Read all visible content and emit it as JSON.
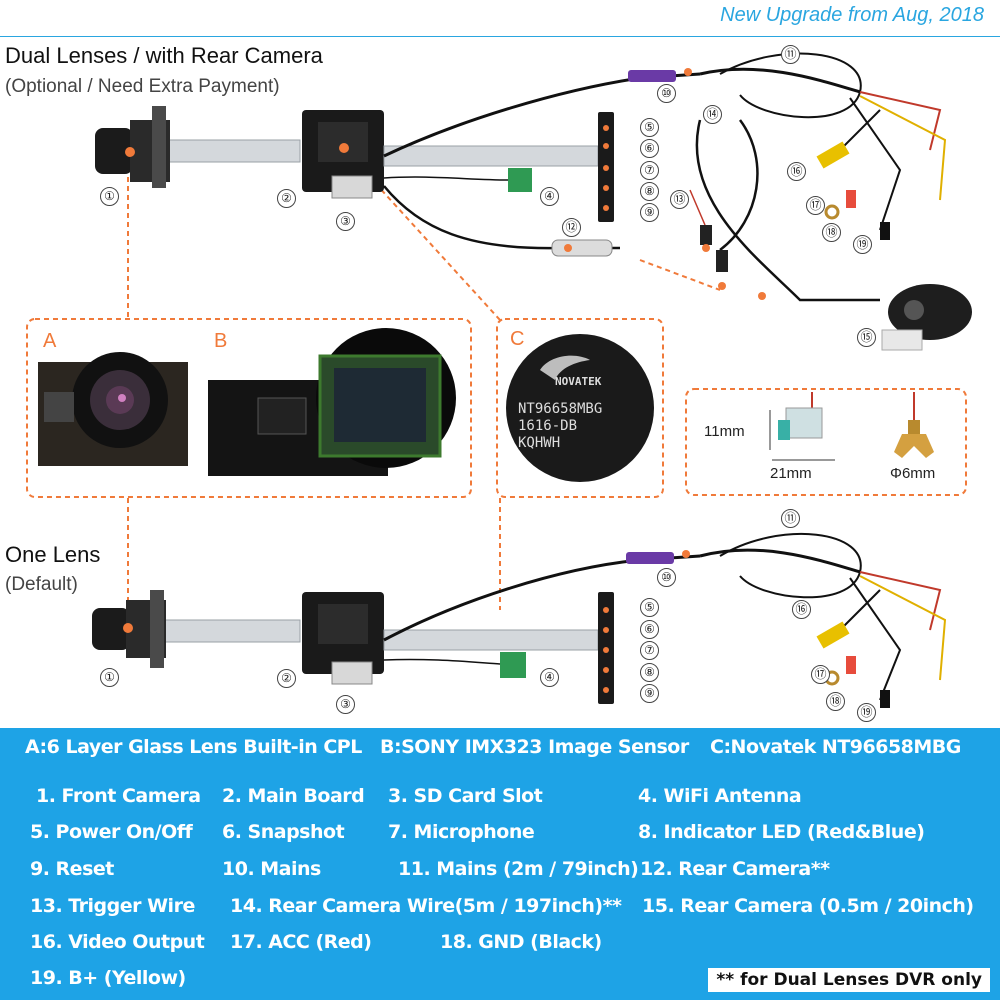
{
  "banner": "New Upgrade from Aug, 2018",
  "dual": {
    "title": "Dual Lenses / with Rear Camera",
    "subtitle": "(Optional / Need Extra Payment)"
  },
  "single": {
    "title": "One Lens",
    "subtitle": "(Default)"
  },
  "callouts": {
    "a": "A",
    "b": "B",
    "c": "C"
  },
  "chip": {
    "brand": "NOVATEK",
    "line1": "NT96658MBG",
    "line2": "1616-DB",
    "line3": "KQHWH"
  },
  "dimensions": {
    "fuse_height": "11mm",
    "fuse_width": "21mm",
    "terminal": "Φ6mm"
  },
  "numbers": [
    "①",
    "②",
    "③",
    "④",
    "⑤",
    "⑥",
    "⑦",
    "⑧",
    "⑨",
    "⑩",
    "⑪",
    "⑫",
    "⑬",
    "⑭",
    "⑮",
    "⑯",
    "⑰",
    "⑱",
    "⑲"
  ],
  "legend": {
    "features": [
      "A:6 Layer Glass Lens Built-in CPL",
      "B:SONY IMX323 Image Sensor",
      "C:Novatek NT96658MBG"
    ],
    "parts": [
      "1. Front Camera",
      "2. Main Board",
      "3. SD Card Slot",
      "4. WiFi Antenna",
      "5. Power On/Off",
      "6. Snapshot",
      "7. Microphone",
      "8. Indicator LED (Red&Blue)",
      "9. Reset",
      "10. Mains",
      "11. Mains (2m / 79inch)",
      "12. Rear Camera**",
      "13. Trigger Wire",
      "14. Rear Camera Wire(5m / 197inch)**",
      "15. Rear Camera (0.5m / 20inch)",
      "16. Video Output",
      "17. ACC (Red)",
      "18. GND (Black)",
      "19. B+ (Yellow)"
    ],
    "note": "** for Dual Lenses DVR only"
  },
  "colors": {
    "accent": "#f07a3a",
    "banner": "#1ea3e6",
    "cable": "#1a1a1a",
    "ribbon": "#cfd4d8"
  }
}
